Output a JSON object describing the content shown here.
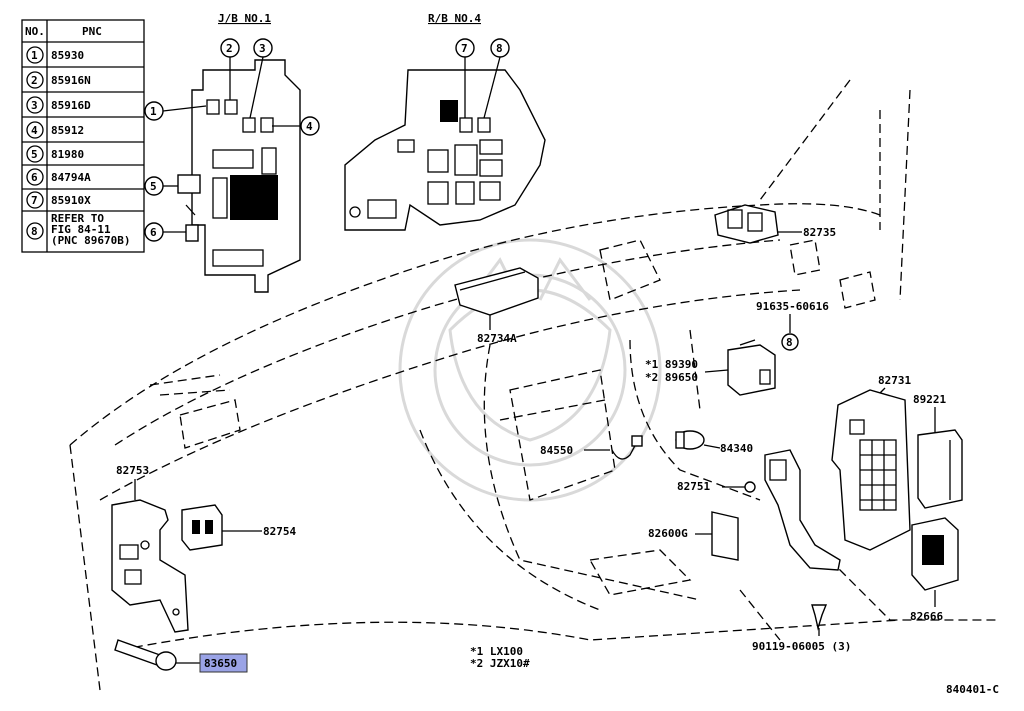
{
  "pnc_table": {
    "headers": [
      "NO.",
      "PNC"
    ],
    "rows": [
      {
        "no": "1",
        "pnc": "85930"
      },
      {
        "no": "2",
        "pnc": "85916N"
      },
      {
        "no": "3",
        "pnc": "85916D"
      },
      {
        "no": "4",
        "pnc": "85912"
      },
      {
        "no": "5",
        "pnc": "81980"
      },
      {
        "no": "6",
        "pnc": "84794A"
      },
      {
        "no": "7",
        "pnc": "85910X"
      },
      {
        "no": "8",
        "pnc_lines": [
          "REFER TO",
          "FIG 84-11",
          "(PNC 89670B)"
        ]
      }
    ]
  },
  "blocks": {
    "jb": {
      "title": "J/B NO.1",
      "callouts": [
        "1",
        "2",
        "3",
        "4",
        "5",
        "6"
      ]
    },
    "rb": {
      "title": "R/B NO.4",
      "callouts": [
        "7",
        "8"
      ]
    }
  },
  "parts": {
    "p82735": "82735",
    "p82734A": "82734A",
    "p91635": "91635-60616",
    "p8_callout": "8",
    "p89390": "*1 89390",
    "p89650": "*2 89650",
    "p82731": "82731",
    "p89221": "89221",
    "p84550": "84550",
    "p84340": "84340",
    "p82751": "82751",
    "p82600G": "82600G",
    "p82666": "82666",
    "p82753": "82753",
    "p82754": "82754",
    "p83650": "83650",
    "p90119": "90119-06005 (3)"
  },
  "footnotes": {
    "line1": "*1  LX100",
    "line2": "*2  JZX10#"
  },
  "figure_code": "840401-C",
  "colors": {
    "highlight": "#9aa3e6",
    "line": "#000000",
    "watermark": "#d9d9d9"
  }
}
